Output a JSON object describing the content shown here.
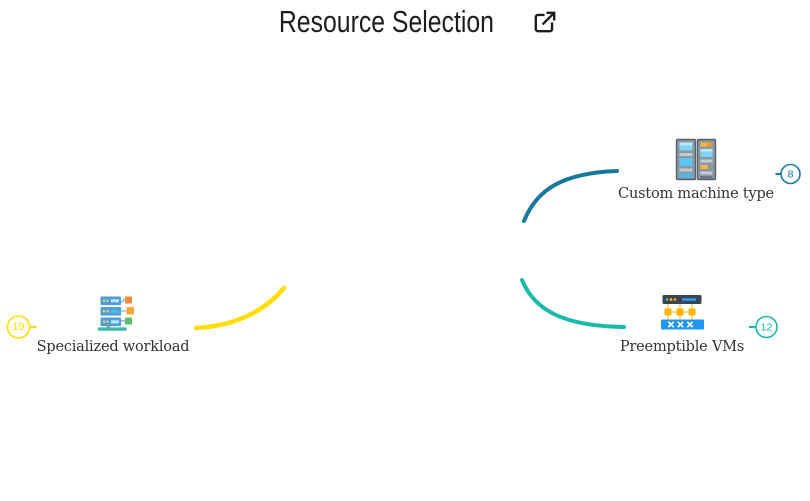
{
  "canvas": {
    "background": "#ffffff"
  },
  "center_node": {
    "title": "Resource Selection",
    "title_color": "#1d1d1d",
    "icon": "external-link-icon"
  },
  "label_color": "#333333",
  "nodes": [
    {
      "label": "Specialized workload",
      "badge": "19",
      "color": "#FFDE00",
      "icon": "server-network-icon",
      "side": "left"
    },
    {
      "label": "Custom machine type",
      "badge": "8",
      "color": "#17789E",
      "icon": "server-towers-icon",
      "side": "right-top"
    },
    {
      "label": "Preemptible VMs",
      "badge": "12",
      "color": "#16BBA9",
      "icon": "vm-stack-icon",
      "side": "right-bottom"
    }
  ]
}
